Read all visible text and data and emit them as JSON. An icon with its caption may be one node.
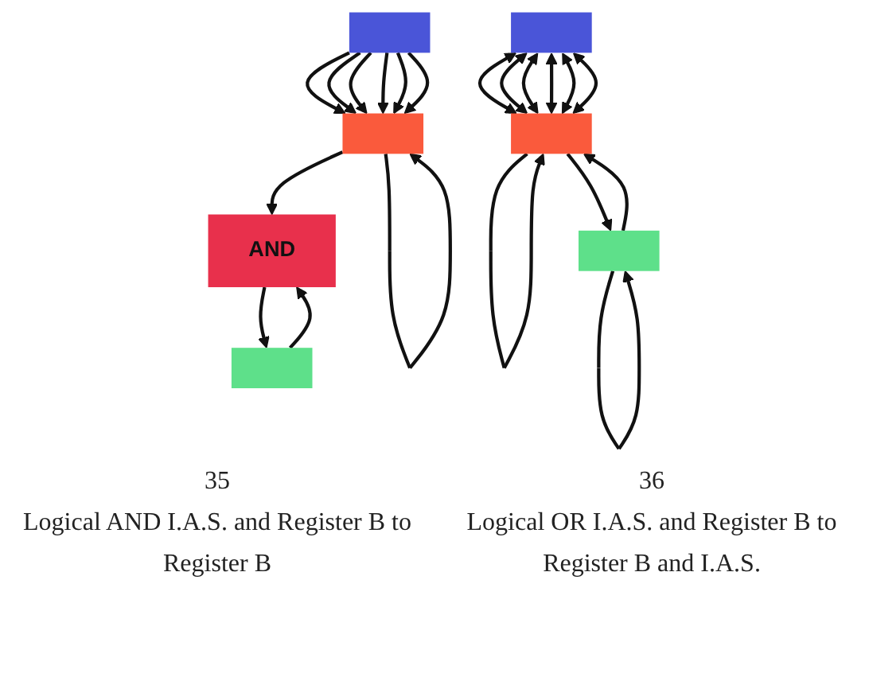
{
  "diagram": {
    "nodes": [
      {
        "text": [],
        "shape": "box"
      },
      {
        "text": [],
        "shape": "box"
      },
      {
        "text": [],
        "shape": "box"
      },
      {
        "text": [
          "AND"
        ]
      },
      {
        "text": [],
        "shape": "box"
      },
      {
        "text": [],
        "shape": "box"
      },
      {
        "text": [],
        "shape": "box"
      }
    ],
    "edges": [
      {
        "from": 0,
        "to": 1,
        "arrow": "to"
      },
      {
        "from": 0,
        "to": 1,
        "arrow": "to"
      },
      {
        "from": 0,
        "to": 1,
        "arrow": "to"
      },
      {
        "from": 0,
        "to": 1,
        "arrow": "to"
      },
      {
        "from": 0,
        "to": 1,
        "arrow": "to"
      },
      {
        "from": 0,
        "to": 1,
        "arrow": "to"
      },
      {
        "from": 1,
        "to": 1,
        "arrow": "to"
      },
      {
        "from": 1,
        "to": 3,
        "arrow": "to"
      },
      {
        "from": 2,
        "to": 3,
        "arrow": "to"
      },
      {
        "from": 3,
        "to": 2,
        "arrow": "to"
      },
      {
        "from": 4,
        "to": 5,
        "arrow": "both"
      },
      {
        "from": 4,
        "to": 5,
        "arrow": "both"
      },
      {
        "from": 4,
        "to": 5,
        "arrow": "both"
      },
      {
        "from": 4,
        "to": 5,
        "arrow": "both"
      },
      {
        "from": 4,
        "to": 5,
        "arrow": "both"
      },
      {
        "from": 4,
        "to": 5,
        "arrow": "both"
      },
      {
        "from": 5,
        "to": 5,
        "arrow": "to"
      },
      {
        "from": 5,
        "to": 6,
        "arrow": "to"
      },
      {
        "from": 6,
        "to": 5,
        "arrow": "to"
      },
      {
        "from": 6,
        "to": 6,
        "arrow": "to"
      }
    ],
    "labels": [
      "35",
      "Logical AND I.A.S. and Register B to Register B",
      "36",
      "Logical OR I.A.S. and Register B to Register B and I.A.S."
    ]
  }
}
